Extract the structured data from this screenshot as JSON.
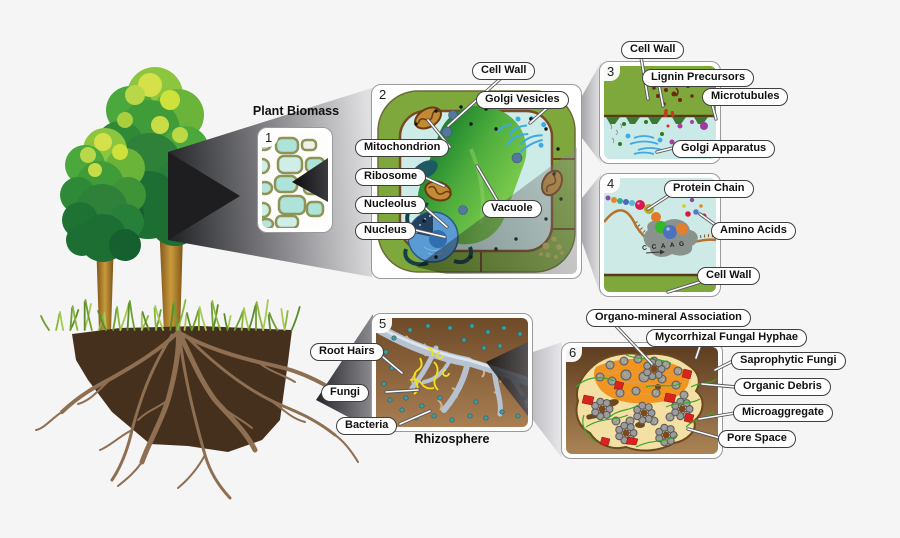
{
  "diagram_title": "Plant Biomass",
  "panels": {
    "p1": {
      "number": "1",
      "caption": "Plant Biomass"
    },
    "p2": {
      "number": "2",
      "labels": {
        "cell_wall": "Cell Wall",
        "golgi_vesicles": "Golgi Vesicles",
        "mitochondrion": "Mitochondrion",
        "ribosome": "Ribosome",
        "nucleolus": "Nucleolus",
        "nucleus": "Nucleus",
        "vacuole": "Vacuole"
      }
    },
    "p3": {
      "number": "3",
      "labels": {
        "cell_wall": "Cell Wall",
        "lignin_precursors": "Lignin Precursors",
        "microtubules": "Microtubules",
        "golgi_apparatus": "Golgi Apparatus"
      }
    },
    "p4": {
      "number": "4",
      "rna_sequence": "C C A A G",
      "labels": {
        "protein_chain": "Protein Chain",
        "amino_acids": "Amino Acids",
        "cell_wall": "Cell Wall"
      }
    },
    "p5": {
      "number": "5",
      "caption": "Rhizosphere",
      "labels": {
        "root_hairs": "Root Hairs",
        "fungi": "Fungi",
        "bacteria": "Bacteria"
      }
    },
    "p6": {
      "number": "6",
      "labels": {
        "organo_mineral_association": "Organo-mineral Association",
        "mycorrhizal_fungal_hyphae": "Mycorrhizal Fungal Hyphae",
        "saprophytic_fungi": "Saprophytic Fungi",
        "organic_debris": "Organic Debris",
        "microaggregate": "Microaggregate",
        "pore_space": "Pore Space"
      }
    }
  },
  "colors": {
    "background": "#f5f5f5",
    "soil": "#452f1d",
    "root": "#8f6f52",
    "canopy_dark": "#1d6e33",
    "canopy_light": "#d5e04a",
    "trunk": "#c89a3c",
    "cell_wall_green": "#7fa83c",
    "cytoplasm": "#cdebe7",
    "vacuole_green": "#2f9e35",
    "mitochondrion": "#c28a34",
    "nucleus_blue": "#5b9bd4",
    "golgi_blue": "#3fa8e8",
    "lignin_brown": "#6b2a10",
    "rhizosphere_brown": "#a87e52",
    "root_silver": "#b6c2d0",
    "fungi_yellow": "#f0e318",
    "bacteria_teal": "#3f9aa2",
    "aggregate_orange": "#f29420",
    "aggregate_cream": "#f4e0a4",
    "mineral_gray": "#9c9c9c",
    "fungi_red": "#d8231e",
    "hyphae_green": "#3aa62a"
  }
}
